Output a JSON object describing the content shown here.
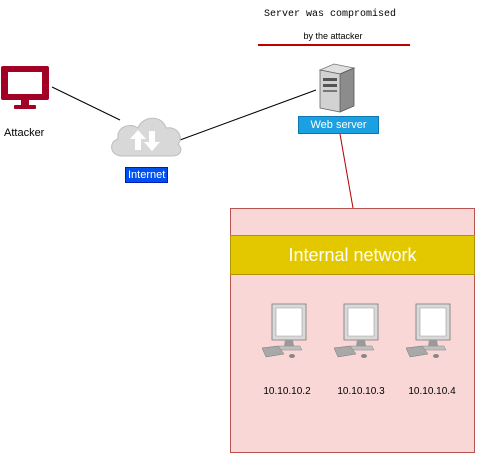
{
  "caption": {
    "line1": "Server was compromised",
    "line2": "by the attacker"
  },
  "nodes": {
    "attacker": {
      "label": "Attacker",
      "icon": "monitor-icon",
      "color": "#a20025"
    },
    "internet": {
      "label": "Internet",
      "icon": "cloud-icon",
      "color": "#0050ef"
    },
    "web_server": {
      "label": "Web server",
      "icon": "server-icon",
      "color": "#1ba1e2"
    }
  },
  "internal_network": {
    "title": "Internal network",
    "fill": "#f9d7d7",
    "band_color": "#e3c800",
    "hosts": [
      {
        "ip": "10.10.10.2",
        "icon": "workstation-icon"
      },
      {
        "ip": "10.10.10.3",
        "icon": "workstation-icon"
      },
      {
        "ip": "10.10.10.4",
        "icon": "workstation-icon"
      }
    ]
  }
}
